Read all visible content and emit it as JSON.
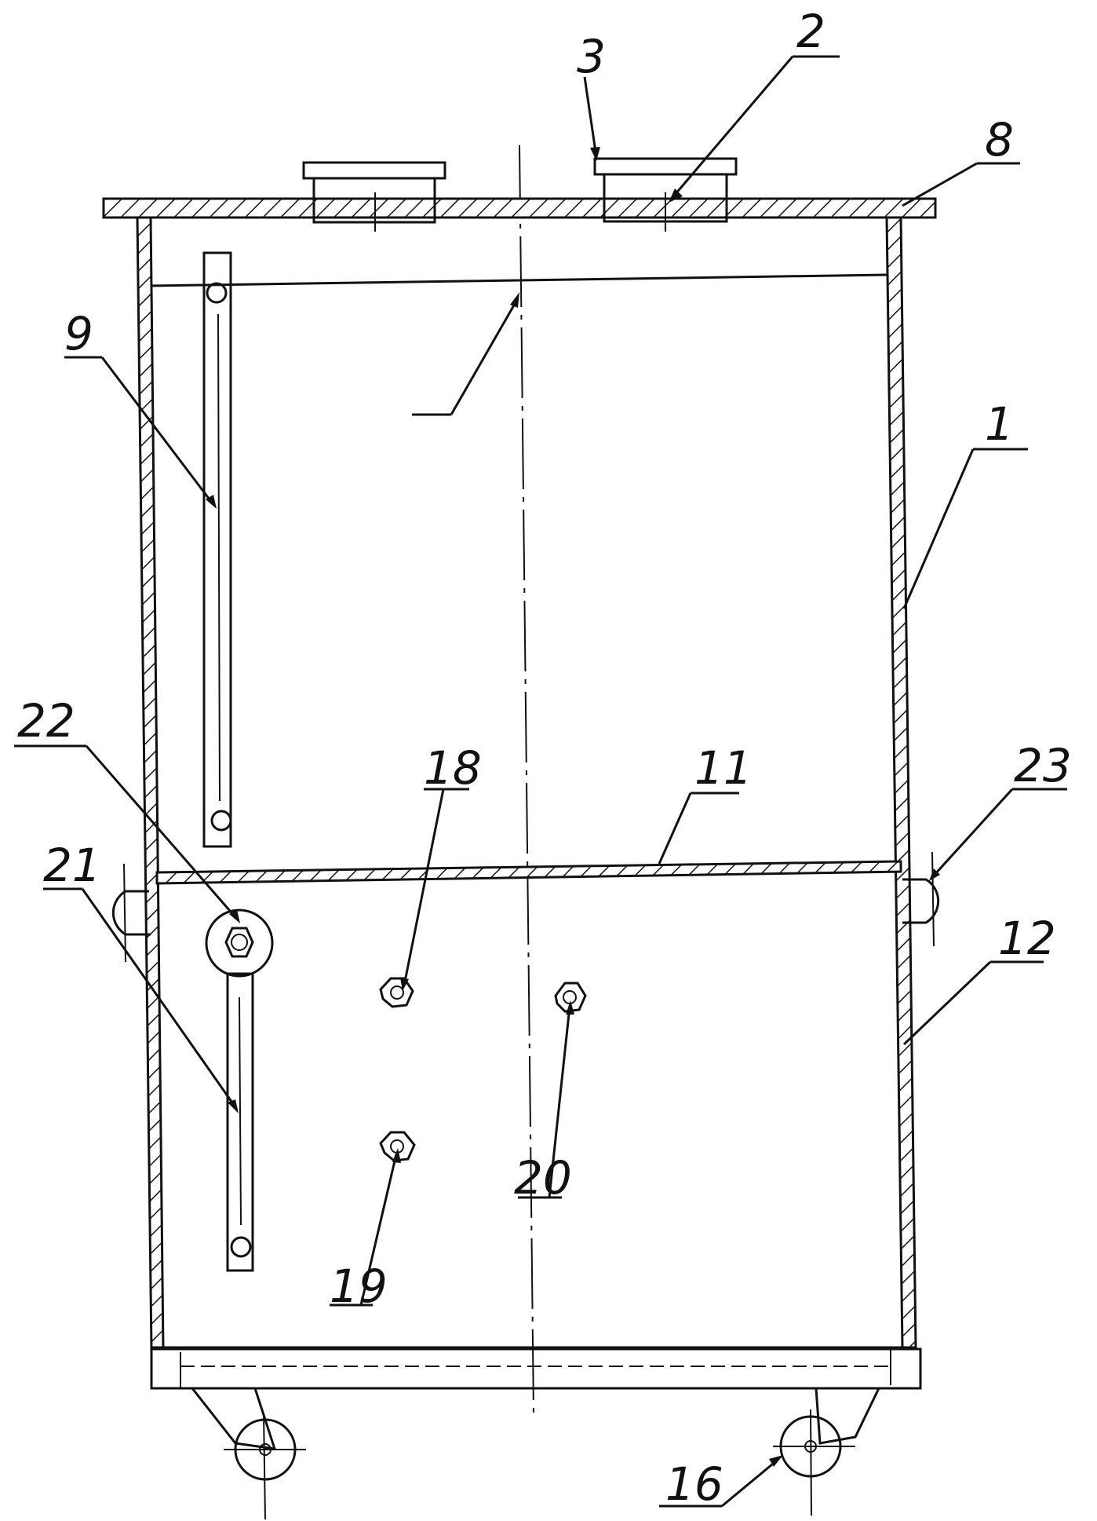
{
  "labels": {
    "l1": "1",
    "l2": "2",
    "l3": "3",
    "l8": "8",
    "l9": "9",
    "l11": "11",
    "l12": "12",
    "l16": "16",
    "l18": "18",
    "l19": "19",
    "l20": "20",
    "l21": "21",
    "l22": "22",
    "l23": "23"
  }
}
